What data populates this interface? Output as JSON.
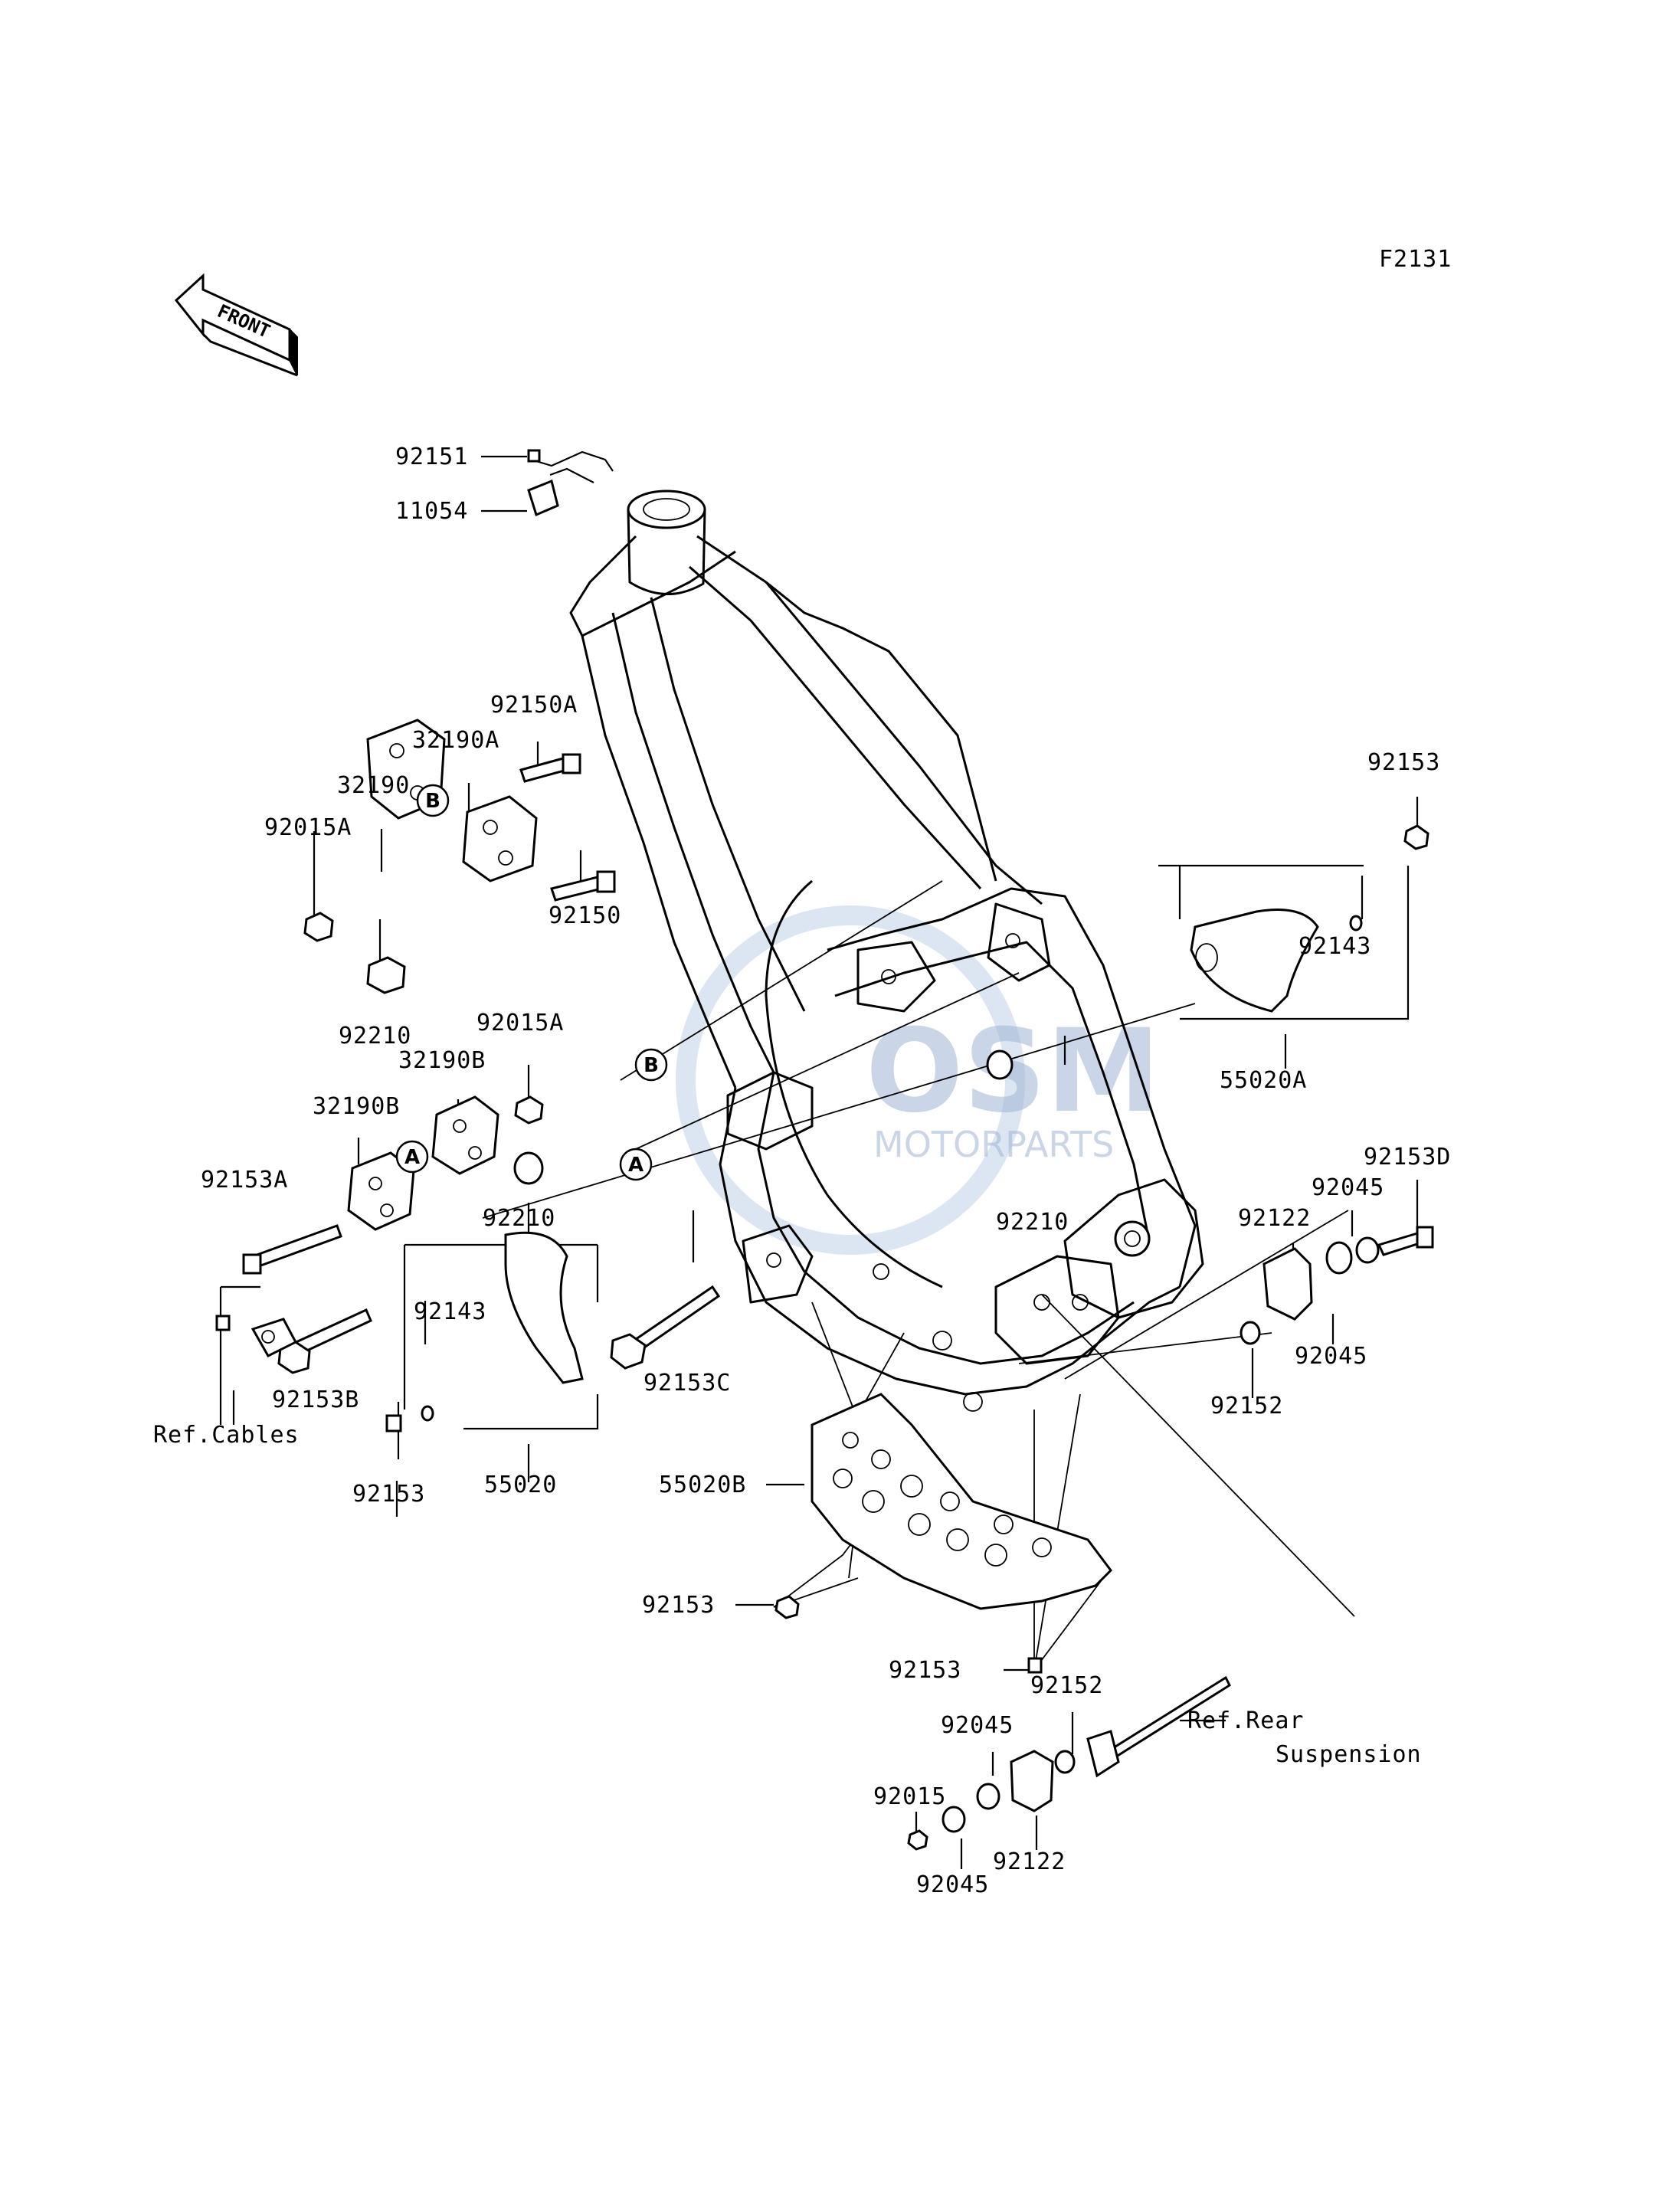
{
  "figure_code": "F2131",
  "front_arrow": "FRONT",
  "watermark": {
    "brand": "OSM",
    "sub": "MOTORPARTS"
  },
  "labels": {
    "l_92151": "92151",
    "l_11054": "11054",
    "l_92150A": "92150A",
    "l_32190A": "32190A",
    "l_32190": "32190",
    "l_92015A_top": "92015A",
    "l_92150": "92150",
    "l_92210_top": "92210",
    "l_92015A_mid": "92015A",
    "l_32190B_1": "32190B",
    "l_32190B_2": "32190B",
    "l_92153A": "92153A",
    "l_92210_mid": "92210",
    "l_92153B": "92153B",
    "l_ref_cables": "Ref.Cables",
    "l_92143_left": "92143",
    "l_92153_left": "92153",
    "l_55020": "55020",
    "l_92153C": "92153C",
    "l_55020B": "55020B",
    "l_92153_low": "92153",
    "l_92153_bottom": "92153",
    "l_92210_center": "92210",
    "l_92153_right": "92153",
    "l_92143_right": "92143",
    "l_55020A": "55020A",
    "l_92153D": "92153D",
    "l_92045_r1": "92045",
    "l_92122_r": "92122",
    "l_92045_r2": "92045",
    "l_92152_r": "92152",
    "l_92152_b": "92152",
    "l_ref_rear_1": "Ref.Rear",
    "l_ref_rear_2": "Suspension",
    "l_92045_b1": "92045",
    "l_92015": "92015",
    "l_92122_b": "92122",
    "l_92045_b2": "92045"
  },
  "tags": {
    "a": "A",
    "b": "B"
  }
}
